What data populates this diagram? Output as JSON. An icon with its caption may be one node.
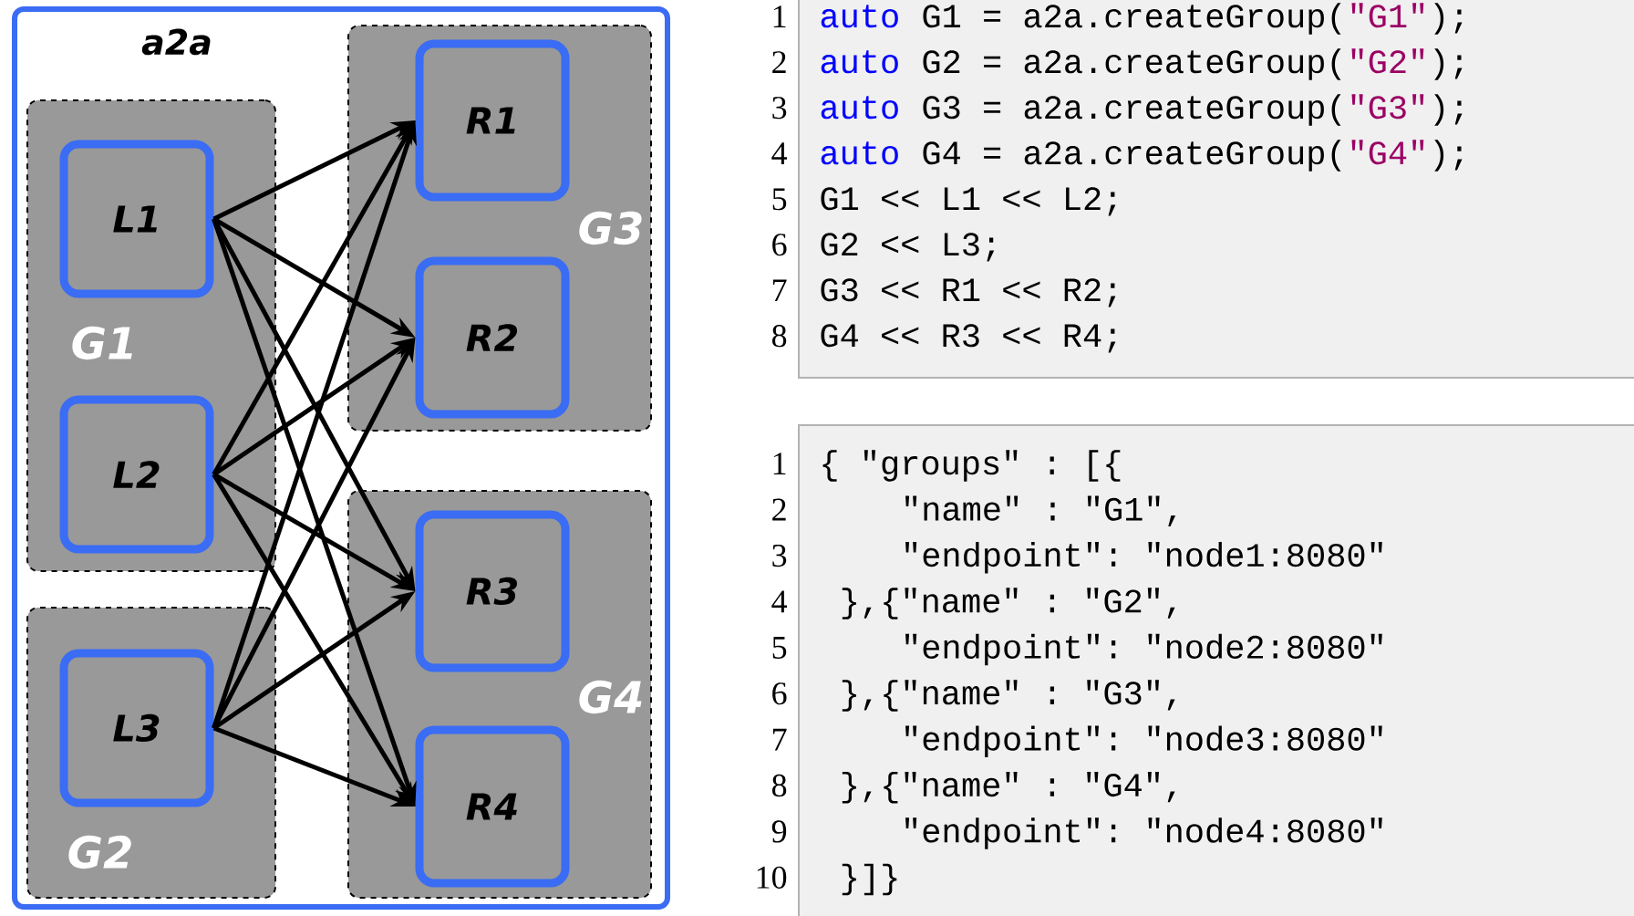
{
  "diagram": {
    "nodes": [
      {
        "text": [
          "a2a"
        ]
      },
      {
        "text": [
          "G1"
        ],
        "in": 0
      },
      {
        "text": [
          "L1"
        ],
        "in": 1
      },
      {
        "text": [
          "L2"
        ],
        "in": 1
      },
      {
        "text": [
          "G2"
        ],
        "in": 0
      },
      {
        "text": [
          "L3"
        ],
        "in": 4
      },
      {
        "text": [
          "G3"
        ],
        "in": 0
      },
      {
        "text": [
          "R1"
        ],
        "in": 6
      },
      {
        "text": [
          "R2"
        ],
        "in": 6
      },
      {
        "text": [
          "G4"
        ],
        "in": 0
      },
      {
        "text": [
          "R3"
        ],
        "in": 9
      },
      {
        "text": [
          "R4"
        ],
        "in": 9
      }
    ],
    "edges": [
      {
        "from": 2,
        "to": 7,
        "arrow": "to"
      },
      {
        "from": 2,
        "to": 8,
        "arrow": "to"
      },
      {
        "from": 2,
        "to": 10,
        "arrow": "to"
      },
      {
        "from": 2,
        "to": 11,
        "arrow": "to"
      },
      {
        "from": 3,
        "to": 7,
        "arrow": "to"
      },
      {
        "from": 3,
        "to": 8,
        "arrow": "to"
      },
      {
        "from": 3,
        "to": 10,
        "arrow": "to"
      },
      {
        "from": 3,
        "to": 11,
        "arrow": "to"
      },
      {
        "from": 5,
        "to": 7,
        "arrow": "to"
      },
      {
        "from": 5,
        "to": 8,
        "arrow": "to"
      },
      {
        "from": 5,
        "to": 10,
        "arrow": "to"
      },
      {
        "from": 5,
        "to": 11,
        "arrow": "to"
      }
    ],
    "labels": [
      "1",
      "auto",
      "G1 = a2a.createGroup(",
      "\"G1\"",
      ");",
      "2",
      "auto",
      "G2 = a2a.createGroup(",
      "\"G2\"",
      ");",
      "3",
      "auto",
      "G3 = a2a.createGroup(",
      "\"G3\"",
      ");",
      "4",
      "auto",
      "G4 = a2a.createGroup(",
      "\"G4\"",
      ");",
      "5",
      "G1 << L1 << L2;",
      "6",
      "G2 << L3;",
      "7",
      "G3 << R1 << R2;",
      "8",
      "G4 << R3 << R4;",
      "1",
      "{ \"groups\" : [{",
      "2",
      "\"name\" : \"G1\",",
      "3",
      "\"endpoint\": \"node1:8080\"",
      "4",
      "},{\"name\" : \"G2\",",
      "5",
      "\"endpoint\": \"node2:8080\"",
      "6",
      "},{\"name\" : \"G3\",",
      "7",
      "\"endpoint\": \"node3:8080\"",
      "8",
      "},{\"name\" : \"G4\",",
      "9",
      "\"endpoint\": \"node4:8080\"",
      "10",
      "}]}"
    ]
  }
}
